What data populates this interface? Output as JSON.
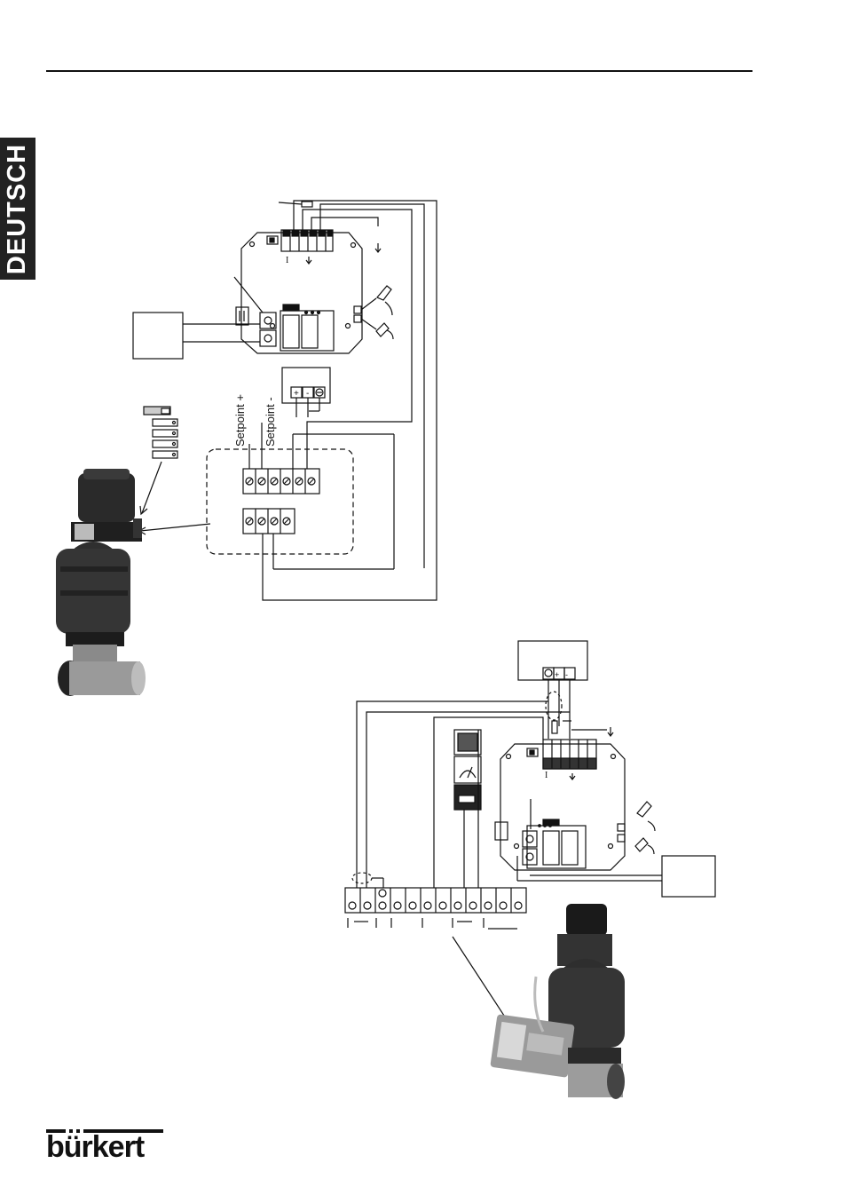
{
  "page": {
    "language_tab": "DEUTSCH"
  },
  "diagram_top": {
    "label_setpoint_plus": "Setpoint +",
    "label_setpoint_minus": "Setpoint -",
    "terminal_plus": "+",
    "terminal_minus": "-",
    "board_mark_i": "I"
  },
  "diagram_bottom": {
    "terminal_plus": "+",
    "terminal_minus": "-",
    "board_mark_i": "I"
  },
  "brand": {
    "logo_text": "bürkert"
  }
}
